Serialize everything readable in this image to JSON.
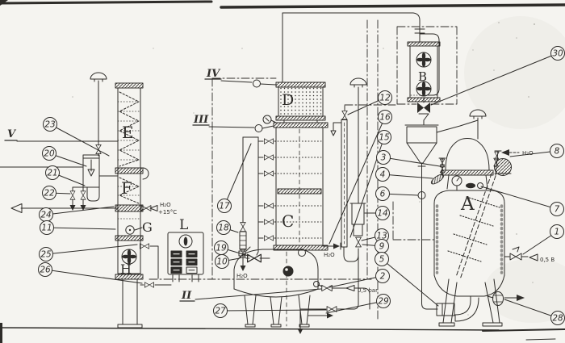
{
  "equipment": {
    "A": "A",
    "B": "B",
    "C": "C",
    "D": "D",
    "E": "E",
    "F": "F",
    "G": "G",
    "H": "H",
    "L": "L"
  },
  "streams": {
    "s2": "II",
    "s3": "III",
    "s4": "IV",
    "s5": "V"
  },
  "callouts": {
    "c1": "1",
    "c2": "2",
    "c3": "3",
    "c4": "4",
    "c5": "5",
    "c6": "6",
    "c7": "7",
    "c8": "8",
    "c9": "9",
    "c10": "10",
    "c11": "11",
    "c12": "12",
    "c13": "13",
    "c14": "14",
    "c15": "15",
    "c16": "16",
    "c17": "17",
    "c18": "18",
    "c19": "19",
    "c20": "20",
    "c21": "21",
    "c22": "22",
    "c23": "23",
    "c24": "24",
    "c25": "25",
    "c26": "26",
    "c27": "27",
    "c28": "28",
    "c29": "29",
    "c30": "30"
  },
  "annotations": {
    "water_cold": "H₂O",
    "water_cold_temp": "+15°C",
    "water_drain": "H₂O",
    "water_level": "H₂O",
    "water_top": "H₂O",
    "pressure_mid": "0,5 bar",
    "pressure_right": "0,5 B"
  },
  "colors": {
    "ink": "#2e2c29",
    "paper": "#f5f4f0"
  }
}
